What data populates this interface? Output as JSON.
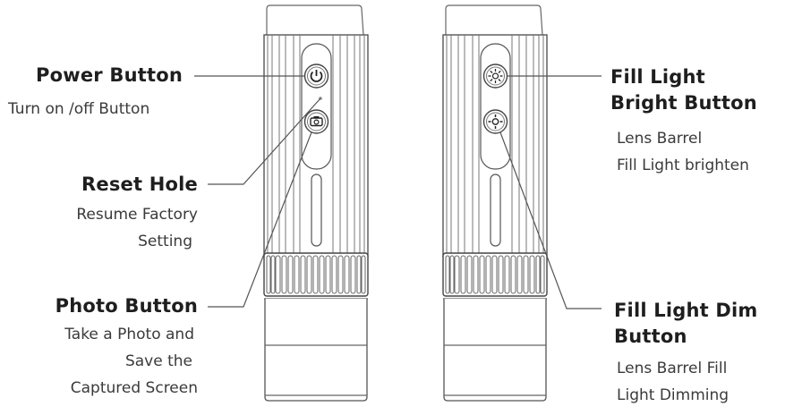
{
  "diagram": {
    "type": "product-callout",
    "subject": "Handheld digital microscope (two views)",
    "colors": {
      "line": "#555555",
      "text_title": "#1e1e1e",
      "text_desc": "#3a3a3a",
      "text_muted": "#7a7a7a",
      "background": "#ffffff"
    }
  },
  "left_device": {
    "buttons": [
      {
        "id": "power",
        "icon": "power-icon"
      },
      {
        "id": "reset",
        "icon": "reset-hole"
      },
      {
        "id": "photo",
        "icon": "camera-icon"
      }
    ]
  },
  "right_device": {
    "buttons": [
      {
        "id": "bright",
        "icon": "sun-bright-icon"
      },
      {
        "id": "dim",
        "icon": "sun-dim-icon"
      }
    ]
  },
  "callouts": {
    "power": {
      "title": "Power Button",
      "desc": [
        "Turn on /off Button"
      ]
    },
    "reset": {
      "title": "Reset Hole",
      "desc": [
        "Resume Factory",
        "Setting"
      ]
    },
    "photo": {
      "title": "Photo Button",
      "desc": [
        "Take a Photo and",
        "Save the",
        "Captured Screen"
      ]
    },
    "bright": {
      "title_lines": [
        "Fill Light",
        "Bright Button"
      ],
      "desc": [
        "Lens Barrel",
        "Fill Light brighten"
      ]
    },
    "dim": {
      "title_lines": [
        "Fill Light Dim",
        "Button"
      ],
      "desc": [
        "Lens Barrel Fill",
        "Light Dimming"
      ]
    }
  }
}
